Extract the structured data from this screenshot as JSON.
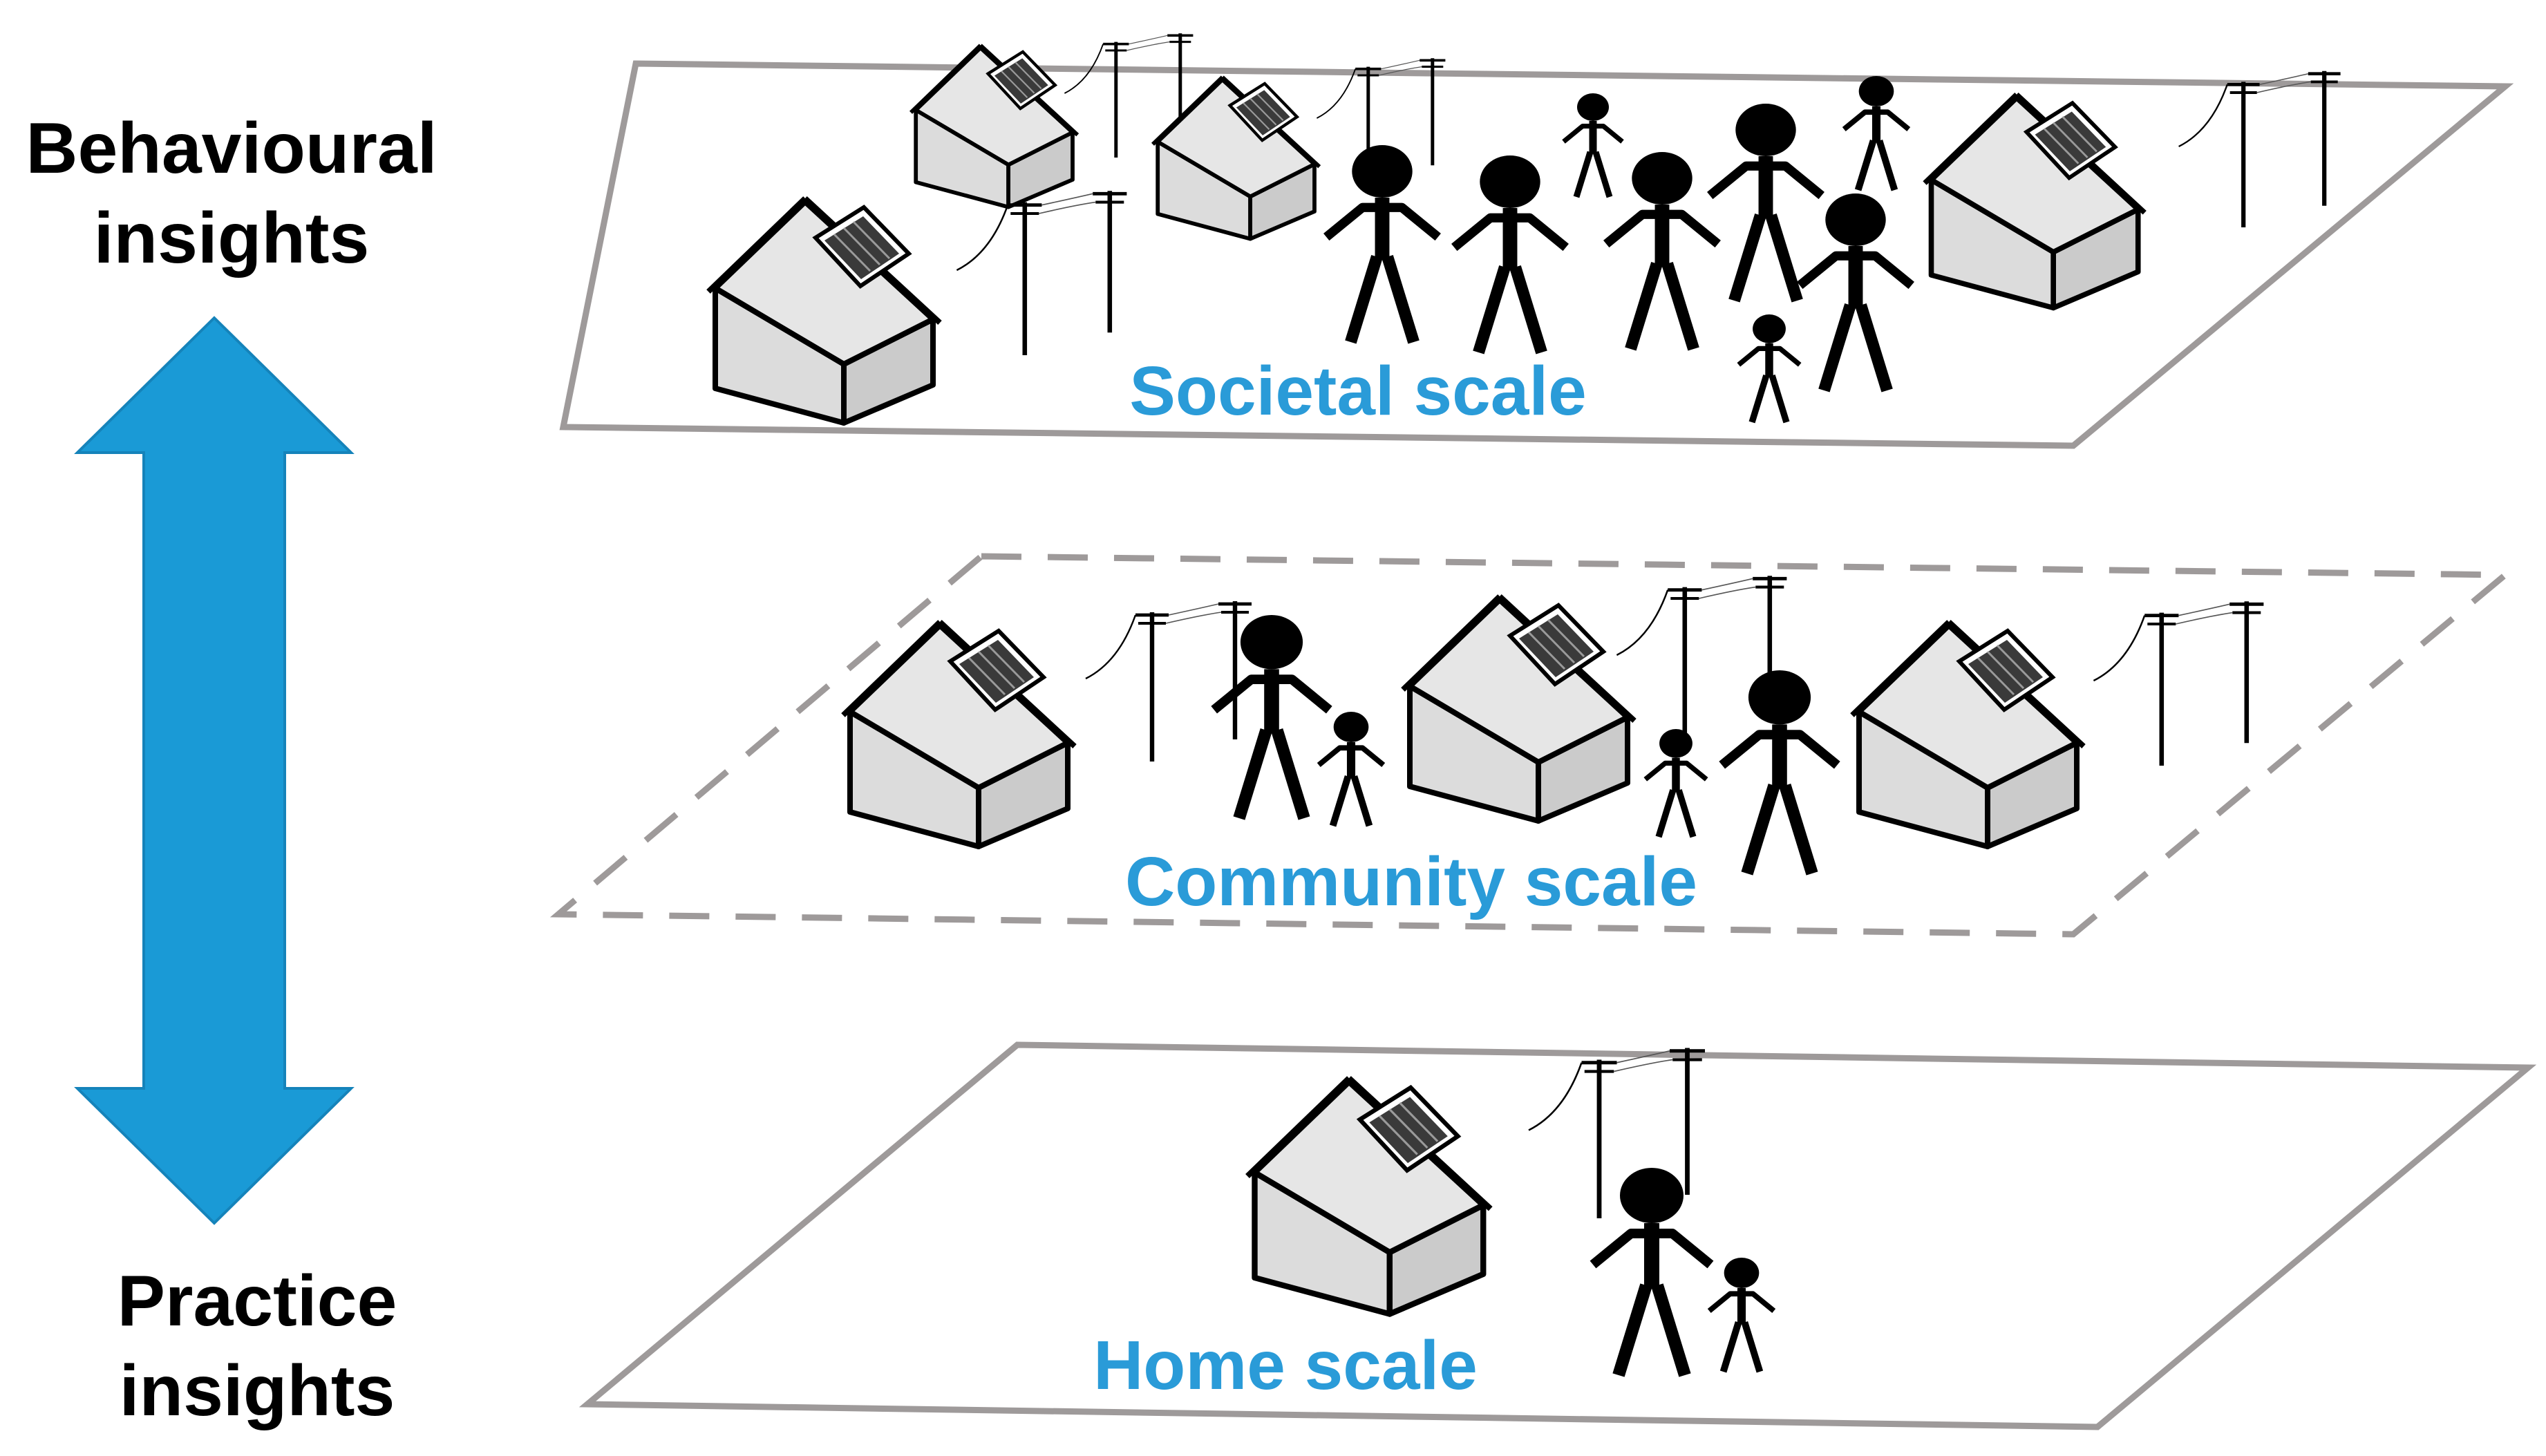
{
  "labels": {
    "top_line1": "Behavioural",
    "top_line2": "insights",
    "bottom_line1": "Practice",
    "bottom_line2": "insights"
  },
  "planes": [
    {
      "id": "societal",
      "label": "Societal scale",
      "border": "solid"
    },
    {
      "id": "community",
      "label": "Community scale",
      "border": "dashed"
    },
    {
      "id": "home",
      "label": "Home scale",
      "border": "solid"
    }
  ],
  "colors": {
    "arrow": "#1a9ad6",
    "scale_text": "#2a9bd8",
    "plane_border": "#9e9a9a",
    "house_fill": "#dcdcdc",
    "solar_panel": "#3a3a3a",
    "figure": "#000000"
  },
  "icons": {
    "arrow": "double-vertical-arrow-icon",
    "house": "house-with-solar-panel-icon",
    "pole": "power-pole-icon",
    "person": "person-icon"
  }
}
